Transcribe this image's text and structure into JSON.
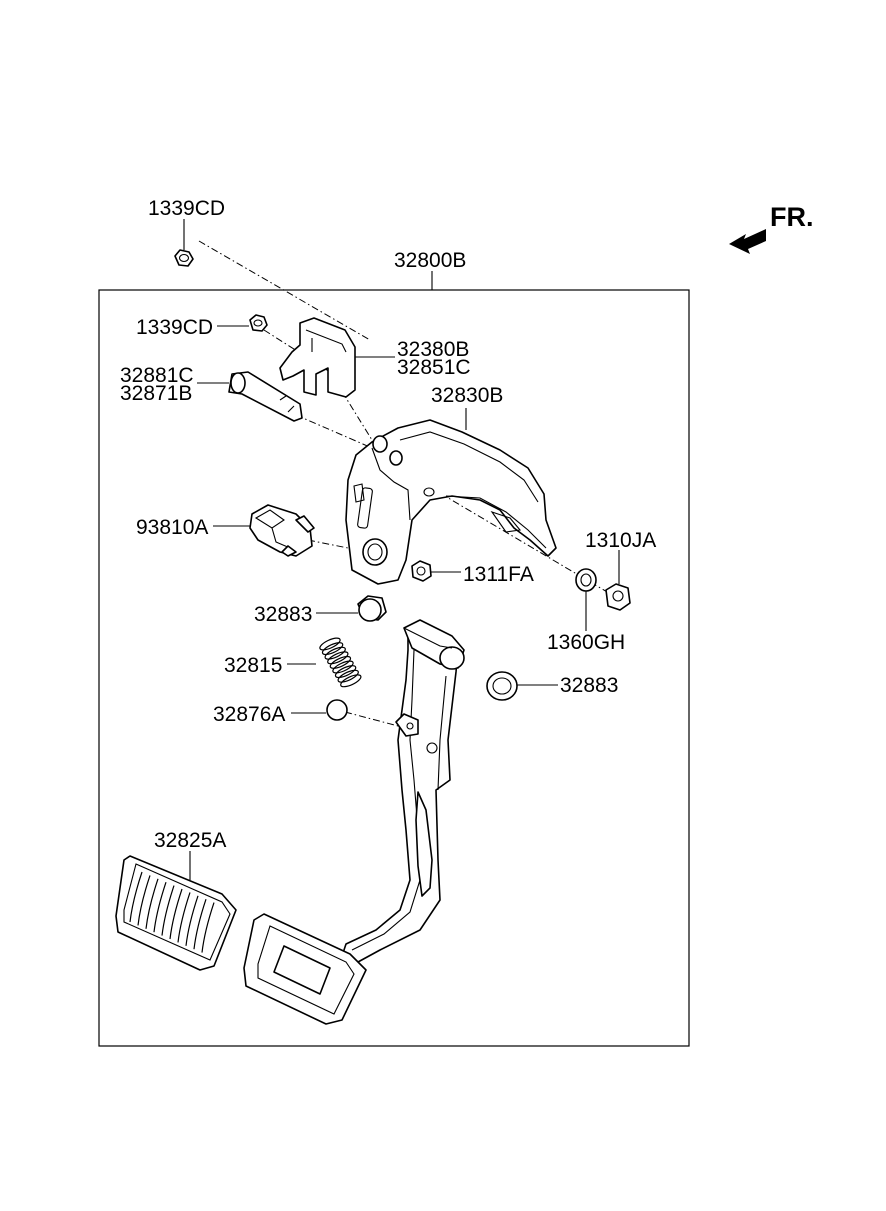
{
  "direction": {
    "label": "FR.",
    "arrow_icon": "arrow-left-down-icon"
  },
  "assembly": {
    "part_number": "32800B"
  },
  "parts": {
    "nut_top": "1339CD",
    "nut_bracket": "1339CD",
    "bracket_line1": "32380B",
    "bracket_line2": "32851C",
    "bolt_line1": "32881C",
    "bolt_line2": "32871B",
    "pedal_member": "32830B",
    "stop_lamp_switch": "93810A",
    "nut_1311": "1311FA",
    "nut_1310": "1310JA",
    "washer": "1360GH",
    "bushing_left": "32883",
    "bushing_right": "32883",
    "spring": "32815",
    "stopper": "32876A",
    "pedal_pad": "32825A"
  }
}
